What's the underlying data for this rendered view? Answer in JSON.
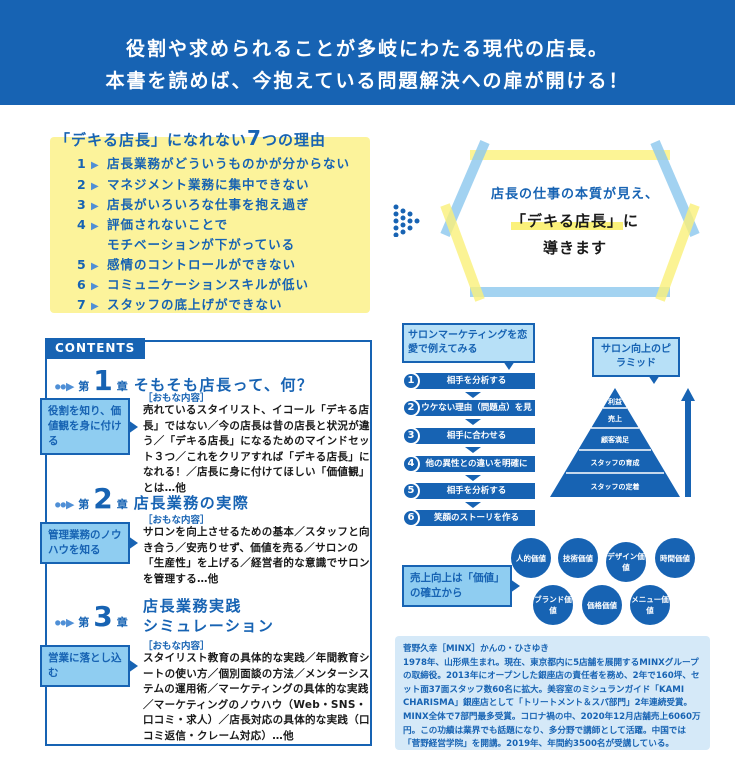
{
  "header": {
    "line1": "役割や求められることが多岐にわたる現代の店長。",
    "line2": "本書を読めば、今抱えている問題解決への扉が開ける！"
  },
  "reasons": {
    "title_pre": "「デキる店長」になれない",
    "title_num": "7",
    "title_post": "つの理由",
    "items": [
      {
        "n": "1",
        "text": "店長業務がどういうものかが分からない"
      },
      {
        "n": "2",
        "text": "マネジメント業務に集中できない"
      },
      {
        "n": "3",
        "text": "店長がいろいろな仕事を抱え過ぎ"
      },
      {
        "n": "4",
        "text": "評価されないことで",
        "text2": "モチベーションが下がっている"
      },
      {
        "n": "5",
        "text": "感情のコントロールができない"
      },
      {
        "n": "6",
        "text": "コミュニケーションスキルが低い"
      },
      {
        "n": "7",
        "text": "スタッフの底上げができない"
      }
    ]
  },
  "promise": {
    "line1": "店長の仕事の本質が見え、",
    "line2": "「デキる店長」",
    "line2b": "に",
    "line3": "導きます"
  },
  "contents": {
    "label": "CONTENTS",
    "dai": "第",
    "sho": "章",
    "omona": "［おもな内容］",
    "chapters": [
      {
        "num": "1",
        "title": "そもそも店長って、何？",
        "callout": "役割を知り、価値観を身に付ける",
        "body": "売れているスタイリスト、イコール「デキる店長」ではない／今の店長は昔の店長と状況が違う／「デキる店長」になるためのマインドセット３つ／これをクリアすれば「デキる店長」になれる！／店長に身に付けてほしい「価値観」とは…他"
      },
      {
        "num": "2",
        "title": "店長業務の実際",
        "callout": "管理業務のノウハウを知る",
        "body": "サロンを向上させるための基本／スタッフと向き合う／安売りせず、価値を売る／サロンの「生産性」を上げる／経営者的な意識でサロンを管理する…他"
      },
      {
        "num": "3",
        "title": "店長業務実践",
        "title2": "シミュレーション",
        "callout": "営業に落とし込む",
        "body": "スタイリスト教育の具体的な実践／年間教育シートの使い方／個別面談の方法／メンターシステムの運用術／マーケティングの具体的な実践／マーケティングのノウハウ（Web・SNS・口コミ・求人）／店長対応の具体的な実践（口コミ返信・クレーム対応）…他"
      }
    ]
  },
  "marketing": {
    "callout": "サロンマーケティングを恋愛で例えてみる",
    "steps": [
      "相手を分析する",
      "ウケない理由（問題点）を見つける",
      "相手に合わせる",
      "他の異性との違いを明確に",
      "相手を分析する",
      "笑顔のストーリを作る"
    ]
  },
  "pyramid": {
    "callout": "サロン向上のピラミッド",
    "levels": [
      "利益",
      "売上",
      "顧客満足",
      "スタッフの育成",
      "スタッフの定着"
    ]
  },
  "values": {
    "callout": "売上向上は「価値」の確立から",
    "items": [
      "人的価値",
      "技術価値",
      "デザイン価値",
      "時間価値",
      "ブランド価値",
      "価格価値",
      "メニュー価値"
    ]
  },
  "bio": {
    "name": "菅野久幸［MINX］かんの・ひさゆき",
    "text": "1978年、山形県生まれ。現在、東京都内に5店舗を展開するMINXグループの取締役。2013年にオープンした銀座店の責任者を務め、2年で160坪、セット面37面スタッフ数60名に拡大。美容室のミシュランガイド「KAMI CHARISMA」銀座店として「トリートメント＆スパ部門」2年連続受賞。MINX全体で7部門最多受賞。コロナ禍の中、2020年12月店舗売上6060万円。この功績は業界でも話題になり、多分野で講師として活躍。中国では「菅野経営学院」を開講。2019年、年間約3500名が受講している。"
  },
  "colors": {
    "blue": "#1763b3",
    "yellow": "#fcf39b",
    "light_blue": "#8fcdf1"
  }
}
